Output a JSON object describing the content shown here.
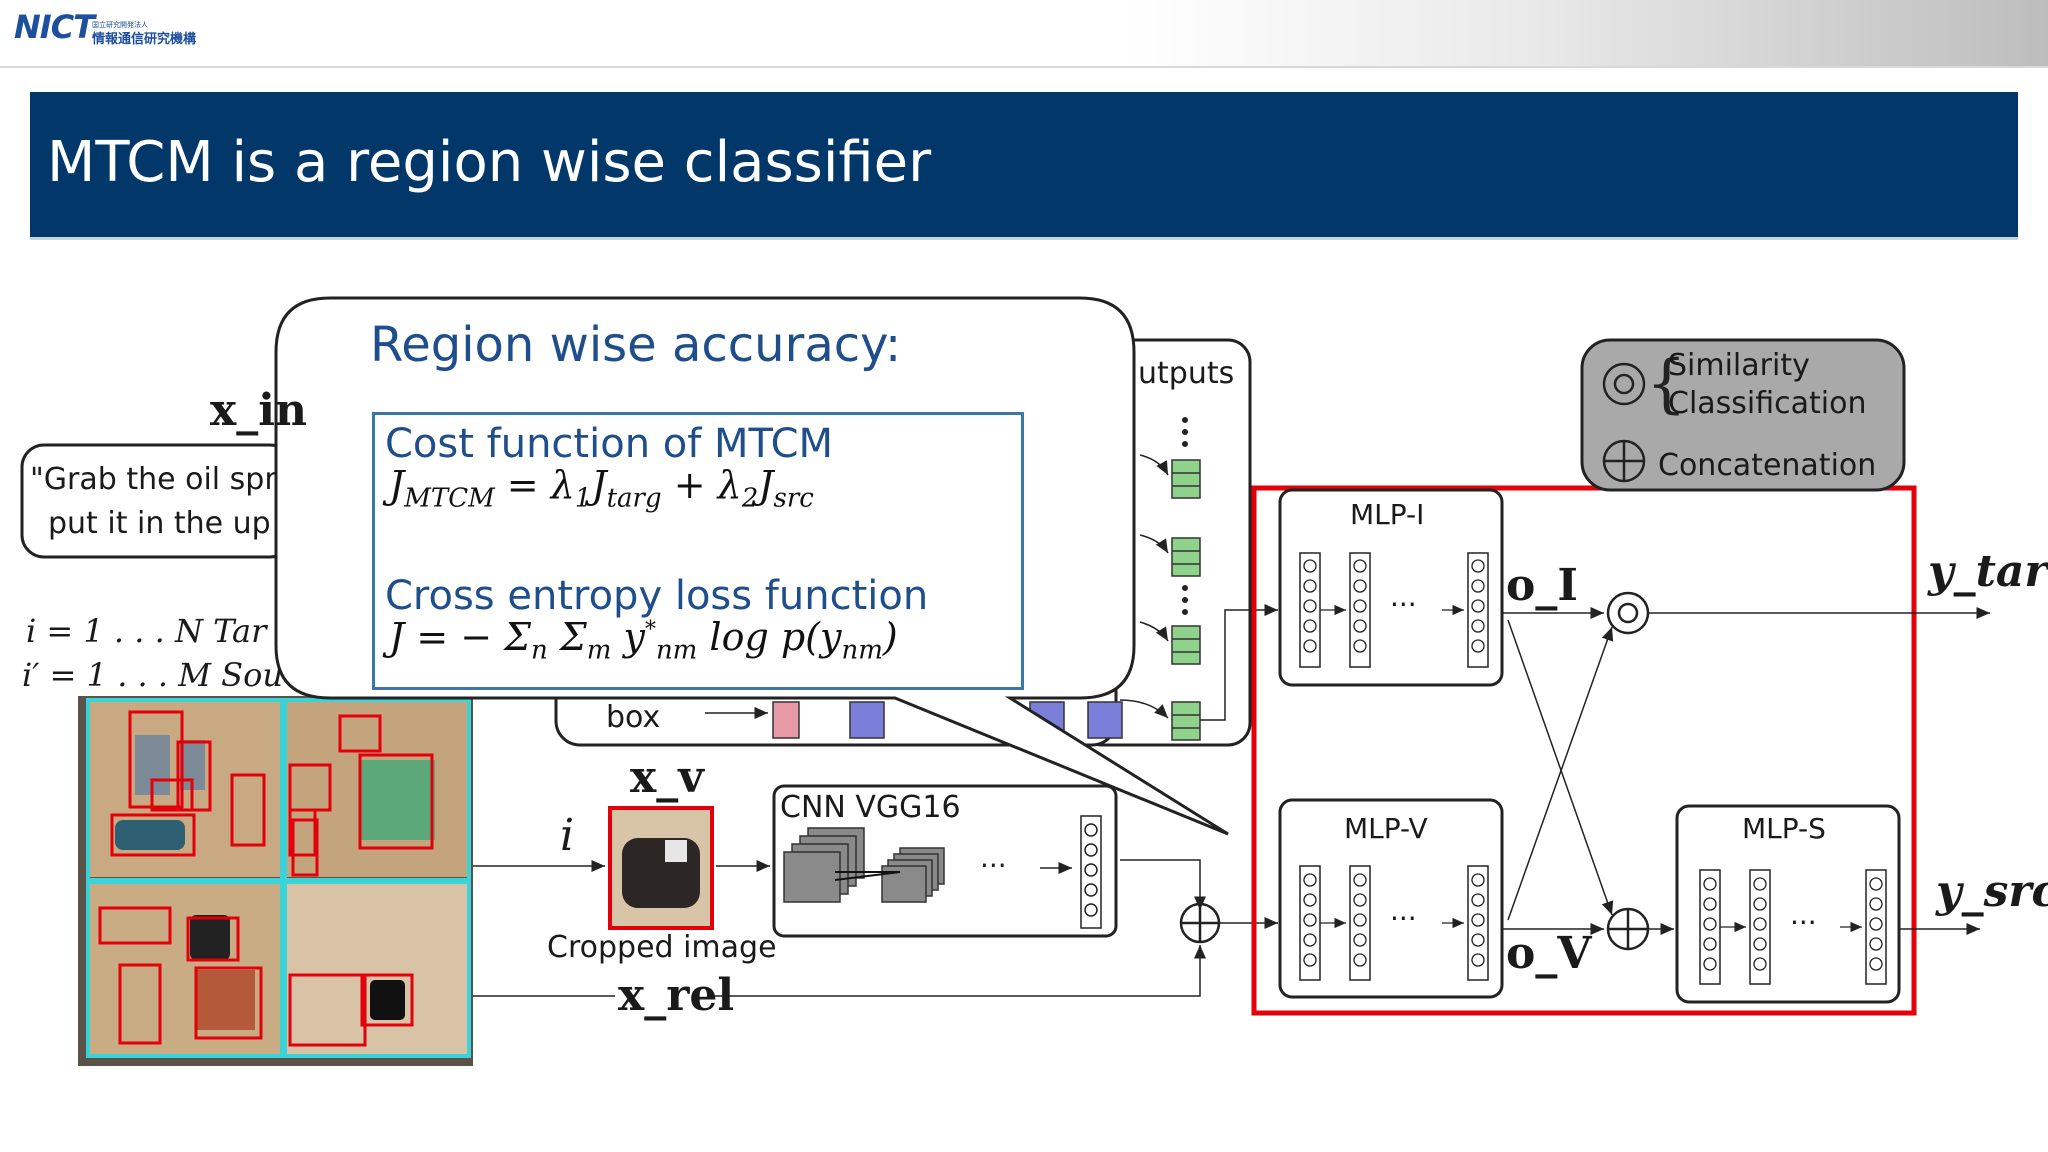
{
  "header": {
    "logo_text": "NICT",
    "logo_org_small": "国立研究開発法人",
    "logo_org": "情報通信研究機構"
  },
  "slide": {
    "title": "MTCM is a region wise classifier"
  },
  "callout": {
    "heading": "Region wise accuracy:",
    "cost_label": "Cost function of MTCM",
    "cost_eq": "J_MTCM = λ1 J_targ + λ2 J_src",
    "ce_label": "Cross entropy loss function",
    "ce_eq": "J = − Σn Σm y*nm log p(ynm)"
  },
  "legend": {
    "similarity": "Similarity",
    "classification": "Classification",
    "concatenation": "Concatenation"
  },
  "instruction": {
    "line1": "\"Grab the oil spr",
    "line2": "put it in the up"
  },
  "indices": {
    "i_range": "i = 1 . . . N Tar",
    "iprime_range": "i′ = 1 . . . M Sou"
  },
  "labels": {
    "x_in": "x_in",
    "x_v": "x_v",
    "i": "i",
    "cropped_image": "Cropped image",
    "x_rel": "x_rel",
    "cnn": "CNN VGG16",
    "box": "box",
    "outputs": "utputs",
    "mlp_i": "MLP-I",
    "mlp_v": "MLP-V",
    "mlp_s": "MLP-S",
    "o_i": "o_I",
    "o_v": "o_V",
    "y_targ": "y_targ",
    "y_src": "y_src",
    "dots": "···"
  },
  "colors": {
    "title_bg": "#023769",
    "accent_red": "#e3000b",
    "callout_border": "#3b78a8",
    "callout_text": "#1f4e8c",
    "green_cell": "#8ed28b",
    "blue_cell": "#7b7fd9",
    "red_cell": "#e89aa6"
  }
}
